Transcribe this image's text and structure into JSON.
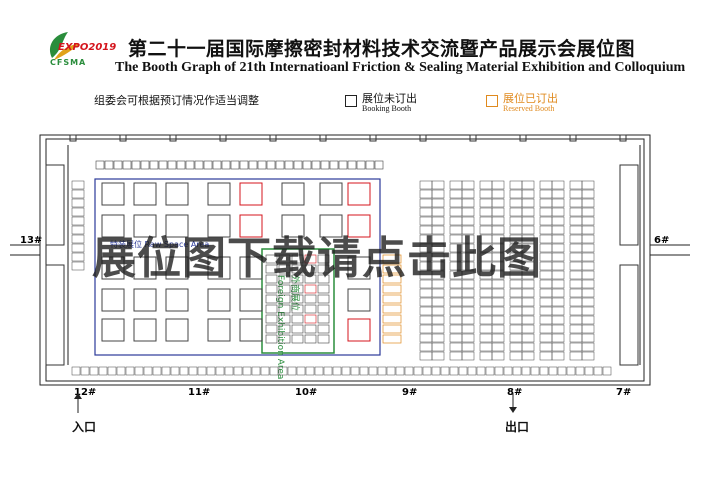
{
  "header": {
    "title_cn": "第二十一届国际摩擦密封材料技术交流暨产品展示会展位图",
    "title_en": "The Booth Graph of 21th Internatioanl Friction & Sealing Material Exhibition and Colloquium"
  },
  "logo": {
    "expo_text": "EXPO",
    "expo_year": "2019",
    "org": "CFSMA"
  },
  "note": "组委会可根据预订情况作适当调整",
  "legend": {
    "unbooked_cn": "展位未订出",
    "unbooked_en": "Booking Booth",
    "reserved_cn": "展位已订出",
    "reserved_en": "Reserved Booth",
    "reserved_color": "#e08a1e",
    "sold_color": "#d4141c",
    "domestic_zone_color": "#2b3a9a",
    "foreign_zone_color": "#2a8d3c"
  },
  "zones": {
    "domestic_label": "特装展位 Raw Space Area",
    "foreign_label_cn": "外商展位",
    "foreign_label_en": "Foreign Exhibition Area"
  },
  "overlay": "展位图下载请点击此图",
  "doors": {
    "left": "13#",
    "right": "6#",
    "bottom": [
      "12#",
      "11#",
      "10#",
      "9#",
      "8#",
      "7#"
    ]
  },
  "entrance": "入口",
  "exit": "出口"
}
